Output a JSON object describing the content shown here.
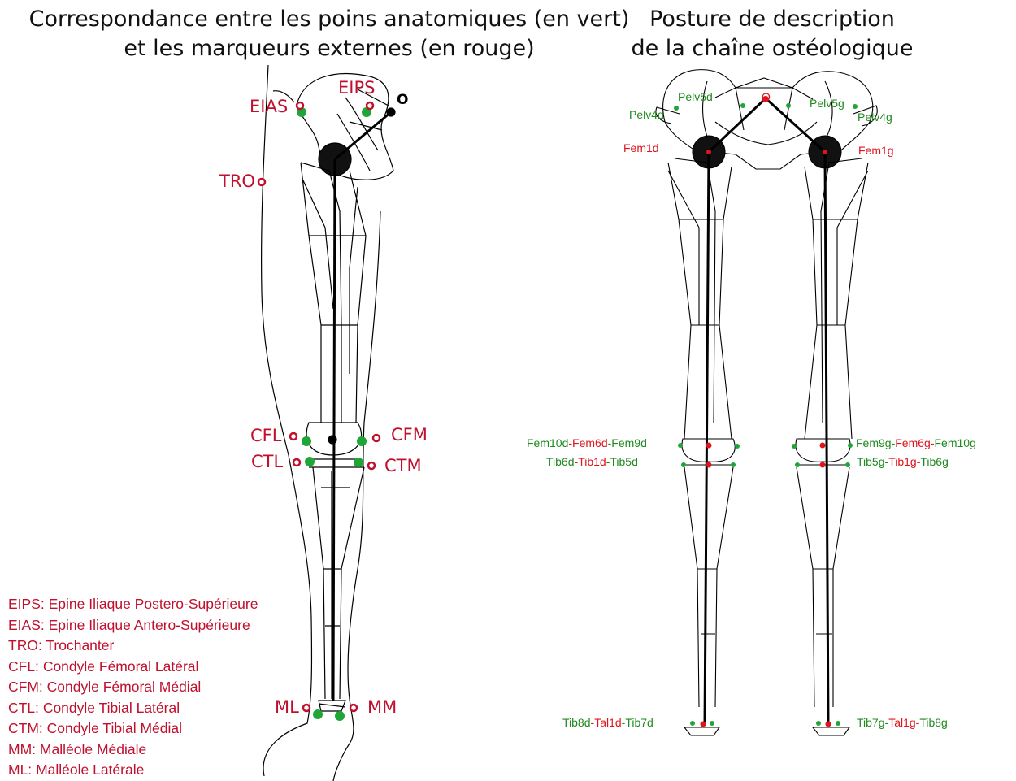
{
  "titles": {
    "left_line1": "Correspondance entre les poins anatomiques (en vert)",
    "left_line2": "et les marqueurs externes (en rouge)",
    "right_line1": "Posture de description",
    "right_line2": "de la chaîne ostéologique"
  },
  "left_markers": {
    "eips": "EIPS",
    "eias": "EIAS",
    "o": "O",
    "tro": "TRO",
    "cfl": "CFL",
    "cfm": "CFM",
    "ctl": "CTL",
    "ctm": "CTM",
    "ml": "ML",
    "mm": "MM"
  },
  "legend": [
    {
      "abbr": "EIPS:",
      "text": "Epine Iliaque Postero-Supérieure"
    },
    {
      "abbr": "EIAS:",
      "text": "Epine Iliaque Antero-Supérieure"
    },
    {
      "abbr": "TRO:",
      "text": "Trochanter"
    },
    {
      "abbr": "CFL:",
      "text": "Condyle Fémoral Latéral"
    },
    {
      "abbr": "CFM:",
      "text": "Condyle Fémoral Médial"
    },
    {
      "abbr": "CTL:",
      "text": "Condyle Tibial Latéral"
    },
    {
      "abbr": "CTM:",
      "text": "Condyle Tibial Médial"
    },
    {
      "abbr": "MM:",
      "text": "Malléole Médiale"
    },
    {
      "abbr": "ML:",
      "text": "Malléole Latérale"
    }
  ],
  "right_labels": {
    "o": "O",
    "pelv5d": "Pelv5d",
    "pelv4d": "Pelv4d",
    "pelv5g": "Pelv5g",
    "pelv4g": "Pelv4g",
    "fem1d": "Fem1d",
    "fem1g": "Fem1g",
    "knee_right": {
      "a": "Fem10d",
      "sep1": "-",
      "b": "Fem6d",
      "sep2": "-",
      "c": "Fem9d"
    },
    "tib_right": {
      "a": "Tib6d",
      "sep1": "-",
      "b": "Tib1d",
      "sep2": "-",
      "c": "Tib5d"
    },
    "knee_left": {
      "a": "Fem9g",
      "sep1": "-",
      "b": "Fem6g",
      "sep2": "-",
      "c": "Fem10g"
    },
    "tib_left": {
      "a": "Tib5g",
      "sep1": "-",
      "b": "Tib1g",
      "sep2": "-",
      "c": "Tib6g"
    },
    "ankle_right": {
      "a": "Tib8d",
      "sep1": "-",
      "b": "Tal1d",
      "sep2": "-",
      "c": "Tib7d"
    },
    "ankle_left": {
      "a": "Tib7g",
      "sep1": "-",
      "b": "Tal1g",
      "sep2": "-",
      "c": "Tib8g"
    }
  },
  "colors": {
    "marker_red": "#c0102e",
    "anatomical_green": "#1fa637",
    "label_green": "#1f8a1f",
    "label_red": "#e0151c",
    "line": "#000000"
  }
}
